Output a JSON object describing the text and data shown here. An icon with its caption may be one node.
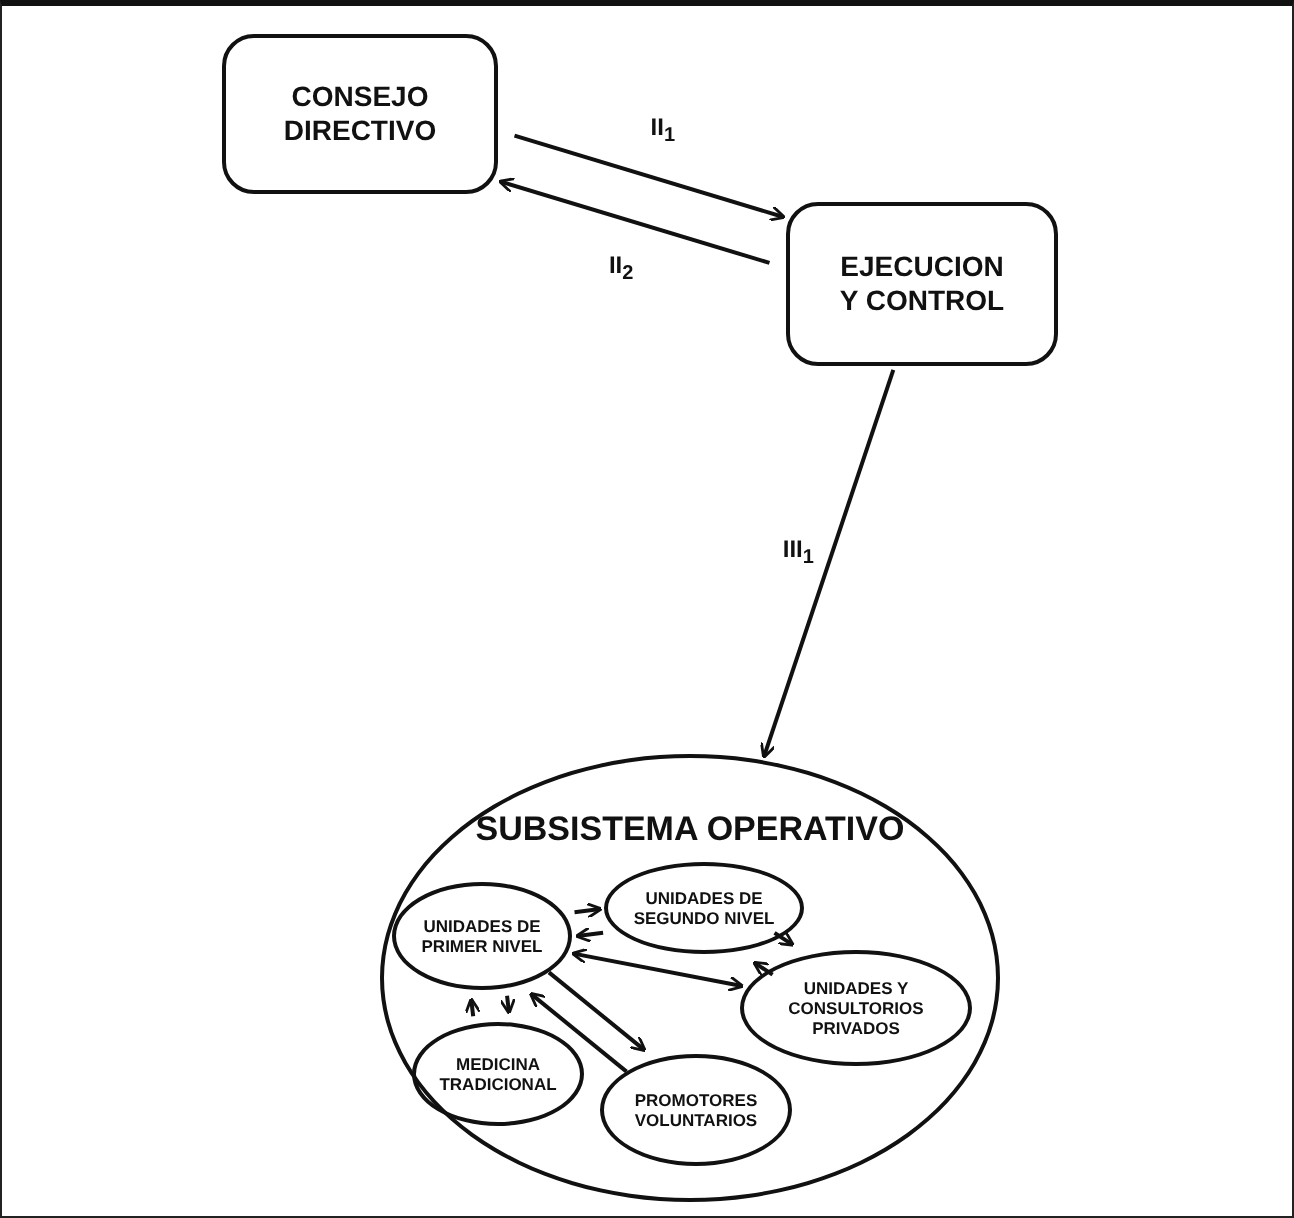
{
  "diagram": {
    "nodes": [
      {
        "text": [
          "CONSEJO DIRECTIVO"
        ]
      },
      {
        "text": [
          "EJECUCION Y CONTROL"
        ]
      },
      {
        "text": [
          "SUBSISTEMA OPERATIVO"
        ]
      },
      {
        "text": [
          "UNIDADES DE PRIMER NIVEL"
        ],
        "in": 2
      },
      {
        "text": [
          "UNIDADES DE SEGUNDO NIVEL"
        ],
        "in": 2
      },
      {
        "text": [
          "UNIDADES Y CONSULTORIOS PRIVADOS"
        ],
        "in": 2
      },
      {
        "text": [
          "MEDICINA TRADICIONAL"
        ],
        "in": 2
      },
      {
        "text": [
          "PROMOTORES VOLUNTARIOS"
        ],
        "in": 2
      }
    ],
    "edges": [
      {
        "from": 0,
        "to": 1,
        "arrow": "to",
        "label": "II$_{1}$"
      },
      {
        "from": 1,
        "to": 0,
        "arrow": "to",
        "label": "II$_{2}$"
      },
      {
        "from": 1,
        "to": 2,
        "arrow": "to",
        "label": "III$_{1}$"
      },
      {
        "from": 3,
        "to": 4,
        "arrow": "to"
      },
      {
        "from": 4,
        "to": 3,
        "arrow": "to"
      },
      {
        "from": 3,
        "to": 5,
        "arrow": "both"
      },
      {
        "from": 4,
        "to": 5,
        "arrow": "to"
      },
      {
        "from": 5,
        "to": 4,
        "arrow": "to"
      },
      {
        "from": 3,
        "to": 6,
        "arrow": "to"
      },
      {
        "from": 6,
        "to": 3,
        "arrow": "to"
      },
      {
        "from": 3,
        "to": 7,
        "arrow": "to"
      },
      {
        "from": 7,
        "to": 3,
        "arrow": "to"
      }
    ]
  }
}
